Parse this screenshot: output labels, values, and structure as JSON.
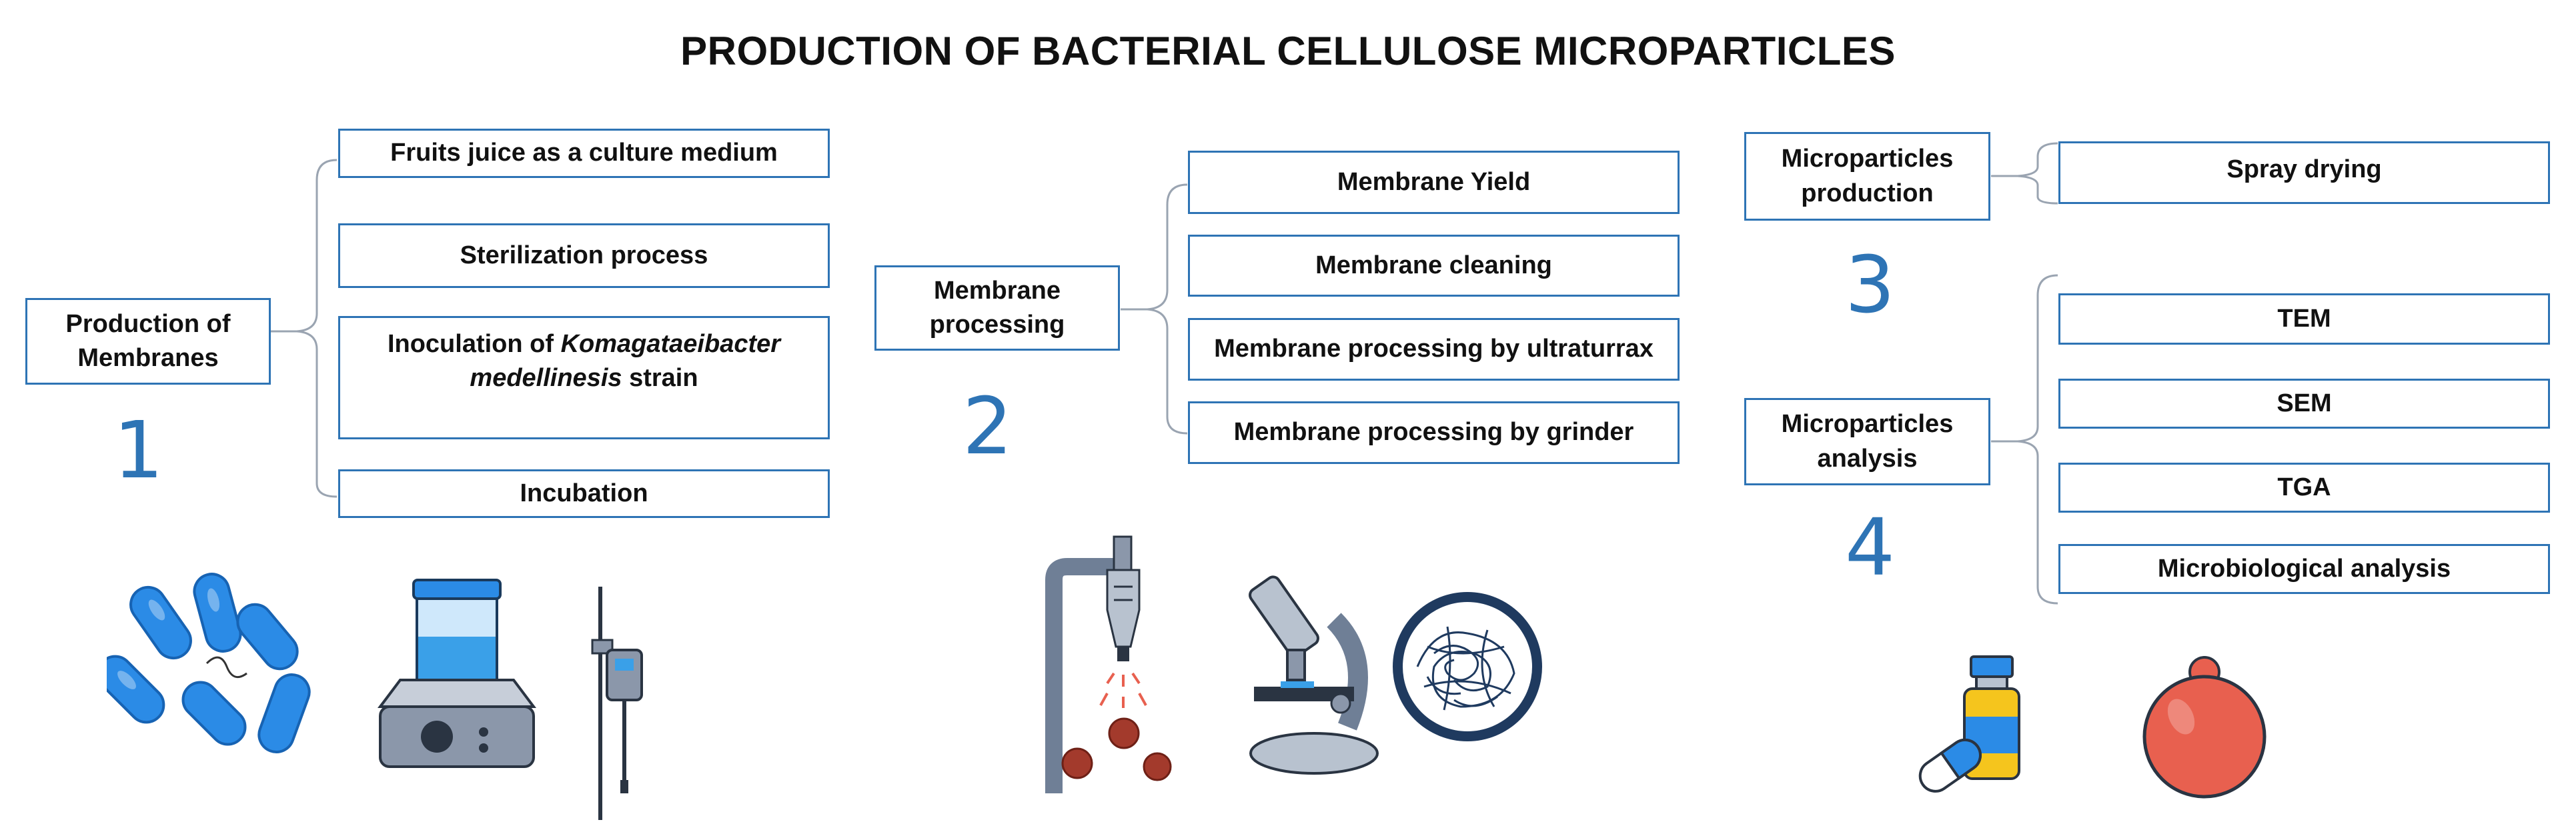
{
  "title": "PRODUCTION OF BACTERIAL CELLULOSE MICROPARTICLES",
  "colors": {
    "box_border": "#2e74b5",
    "number": "#2e74b5",
    "bracket": "#9aa4b1",
    "bacteria": "#2b8be6",
    "liquid": "#3aa0e8",
    "device": "#6f7f96",
    "drop_red": "#e8604f"
  },
  "section1": {
    "main": "Production of Membranes",
    "number": "1",
    "steps": {
      "s1": "Fruits juice as a culture medium",
      "s2": "Sterilization process",
      "s3a": "Inoculation of ",
      "s3b": "Komagataeibacter medellinesis",
      "s3c": " strain",
      "s4": "Incubation"
    }
  },
  "section2": {
    "main": "Membrane processing",
    "number": "2",
    "steps": [
      "Membrane Yield",
      "Membrane cleaning",
      "Membrane processing by ultraturrax",
      "Membrane processing by grinder"
    ]
  },
  "section3": {
    "main": "Microparticles production",
    "number": "3",
    "steps": [
      "Spray drying"
    ]
  },
  "section4": {
    "main": "Microparticles analysis",
    "number": "4",
    "steps": [
      "TEM",
      "SEM",
      "TGA",
      "Microbiological analysis"
    ]
  },
  "icons": [
    "bacteria-icon",
    "magnetic-stirrer-icon",
    "ultraturrax-icon",
    "spray-dryer-icon",
    "microscope-icon",
    "fiber-network-icon",
    "medicine-vial-capsule-icon",
    "microparticle-icon"
  ]
}
